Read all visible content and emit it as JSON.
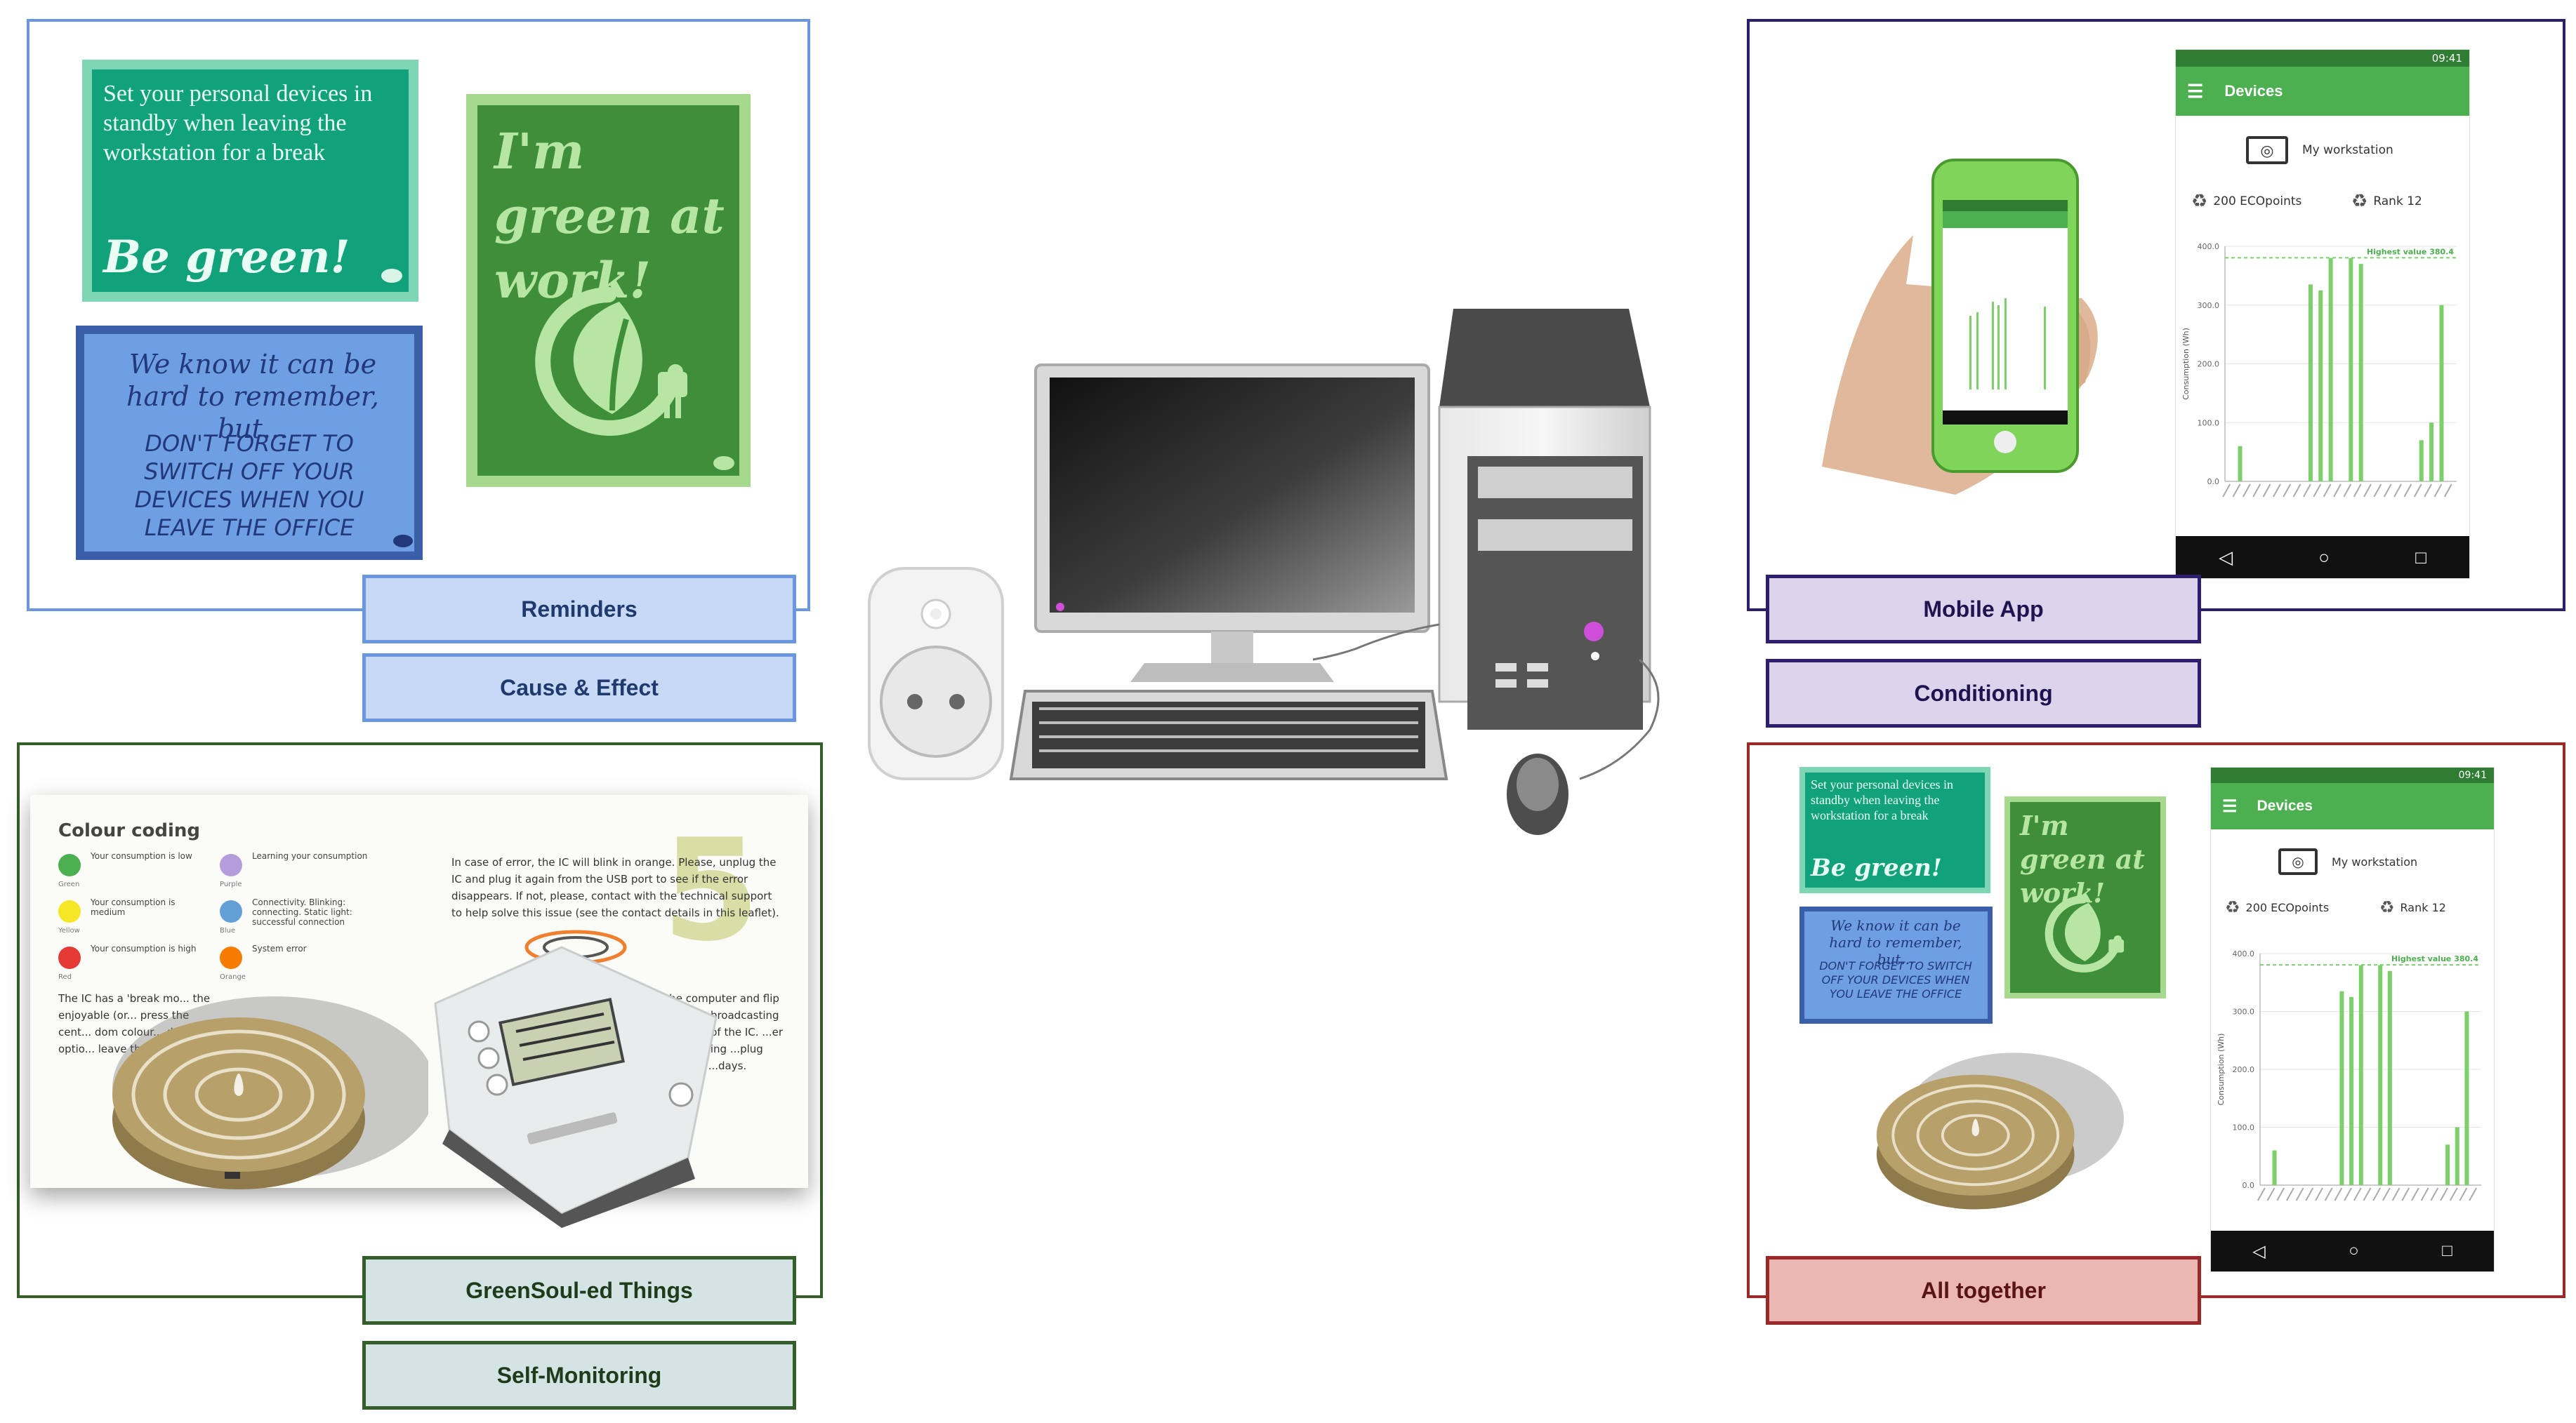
{
  "labels": {
    "reminders": "Reminders",
    "cause_effect": "Cause & Effect",
    "greensouled_things": "GreenSoul-ed Things",
    "self_monitoring": "Self-Monitoring",
    "mobile_app": "Mobile App",
    "conditioning": "Conditioning",
    "all_together": "All together"
  },
  "posters": {
    "standby_text": "Set your personal devices in standby when leaving the workstation for a break",
    "be_green": "Be green!",
    "remember_line": "We know it can be hard to remember, but...",
    "dont_forget": "DON'T FORGET TO SWITCH OFF YOUR DEVICES WHEN YOU LEAVE THE OFFICE",
    "green_at_work": "I'm green at work!"
  },
  "leaflet": {
    "title": "Colour coding",
    "page_number": "5",
    "legend": [
      {
        "text": "Your consumption is low",
        "sub": "Green",
        "color": "#4caf50"
      },
      {
        "text": "Your consumption is medium",
        "sub": "Yellow",
        "color": "#f5e626"
      },
      {
        "text": "Your consumption is high",
        "sub": "Red",
        "color": "#e53935"
      },
      {
        "text": "Learning your consumption",
        "sub": "Purple",
        "color": "#b39ddb"
      },
      {
        "text": "Connectivity. Blinking: connecting. Static light: successful connection",
        "sub": "Blue",
        "color": "#64a0d8"
      },
      {
        "text": "System error",
        "sub": "Orange",
        "color": "#f57c00"
      }
    ],
    "paragraph": "In case of error, the IC will blink in orange. Please, unplug the IC and plug it again from the USB port to see if the error disappears. If not, please, contact with the technical support to help solve this issue (see the contact details in this leaflet).",
    "left_snippet": "The IC has a 'break mo... the enjoyable (or... press the cent... dom colour... dom optio... leave the...",
    "right_snippet": "...the computer and flip ...IC stops broadcasting ...the USB of the IC. ...er again making ...plug again the ...days."
  },
  "app": {
    "status_time": "09:41",
    "title": "Devices",
    "workstation": "My workstation",
    "points": "200 ECOpoints",
    "rank": "Rank 12",
    "highest_label": "Highest value 380.4",
    "y_axis_label": "Consumption (Wh)"
  },
  "chart_data": {
    "type": "bar",
    "ylabel": "Consumption (Wh)",
    "ylim": [
      0,
      400
    ],
    "yticks": [
      0,
      100,
      200,
      300,
      400
    ],
    "highest_value": 380.4,
    "values": [
      0,
      60,
      0,
      0,
      0,
      0,
      0,
      0,
      335,
      325,
      380,
      0,
      380,
      370,
      0,
      0,
      0,
      0,
      0,
      70,
      100,
      300,
      0
    ],
    "colors": {
      "bar": "#7ccf6a",
      "reference_line": "#7ccf6a"
    }
  },
  "colors": {
    "reminders_frame": "#6a97e0",
    "reminders_label_bg": "#c8d9f5",
    "greensoul_frame": "#355f2a",
    "greensoul_label_bg": "#d4e3e3",
    "mobile_frame": "#2d1f6e",
    "mobile_label_bg": "#dcd4ec",
    "all_frame": "#9a2a2a",
    "all_label_bg": "#eab7b2"
  }
}
